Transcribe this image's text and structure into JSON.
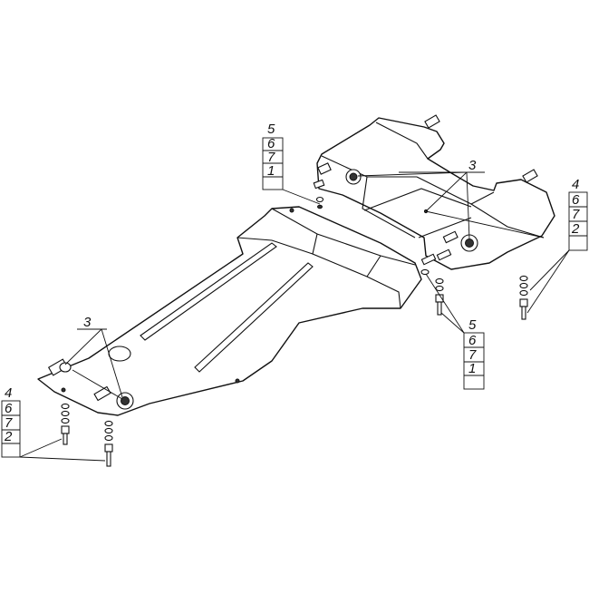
{
  "stacks": [
    {
      "id": "top-left",
      "items": [
        "5",
        "6",
        "7",
        "1"
      ]
    },
    {
      "id": "mid-right",
      "items": [
        "5",
        "6",
        "7",
        "1"
      ]
    },
    {
      "id": "right",
      "items": [
        "4",
        "6",
        "7",
        "2"
      ]
    },
    {
      "id": "bottom-left",
      "items": [
        "4",
        "6",
        "7",
        "2"
      ]
    }
  ],
  "callouts": [
    {
      "id": "top-center",
      "label": "3"
    },
    {
      "id": "left",
      "label": "3"
    }
  ]
}
